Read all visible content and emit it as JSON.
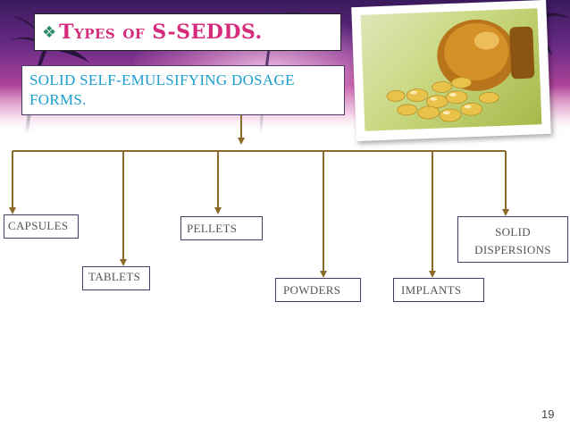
{
  "slide": {
    "title": "Types of S-SEDDS.",
    "root_node": "SOLID SELF-EMULSIFYING DOSAGE FORMS.",
    "children": [
      "CAPSULES",
      "TABLETS",
      "PELLETS",
      "POWDERS",
      "IMPLANTS",
      "SOLID DISPERSIONS"
    ],
    "page_number": "19"
  },
  "colors": {
    "title": "#d62b7b",
    "bullet": "#2a8a6e",
    "root_text": "#1a9fd0",
    "connector": "#8a6a2a",
    "box_border": "#4a3a6a",
    "child_text": "#555555"
  },
  "icons": {
    "bullet": "diamond-bullet-icon",
    "photo": "capsule-bottle-photo"
  }
}
